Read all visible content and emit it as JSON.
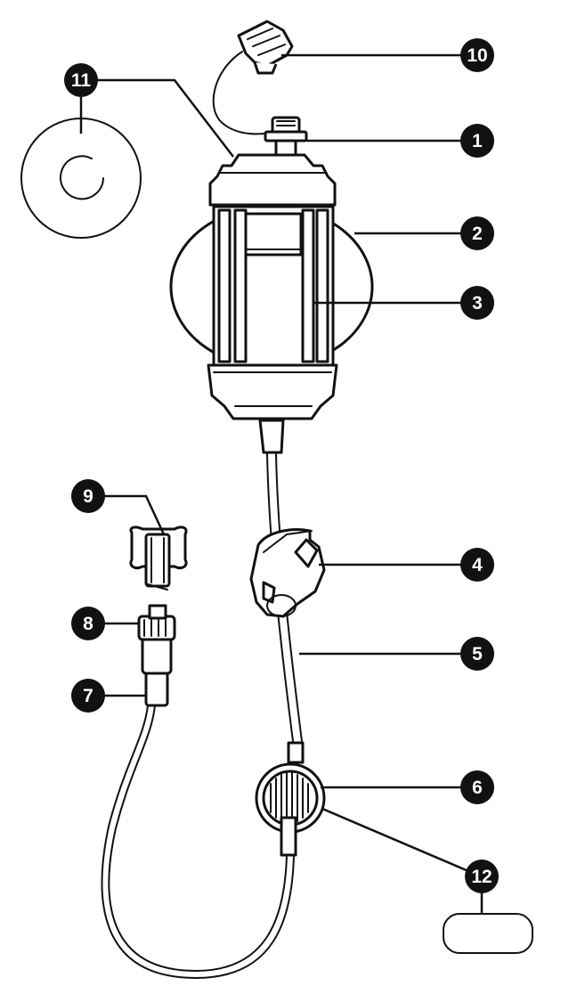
{
  "callouts": {
    "c1": "1",
    "c2": "2",
    "c3": "3",
    "c4": "4",
    "c5": "5",
    "c6": "6",
    "c7": "7",
    "c8": "8",
    "c9": "9",
    "c10": "10",
    "c11": "11",
    "c12": "12"
  },
  "colors": {
    "line": "#111111",
    "callout_fill": "#111111",
    "callout_text": "#ffffff",
    "background": "#ffffff"
  }
}
